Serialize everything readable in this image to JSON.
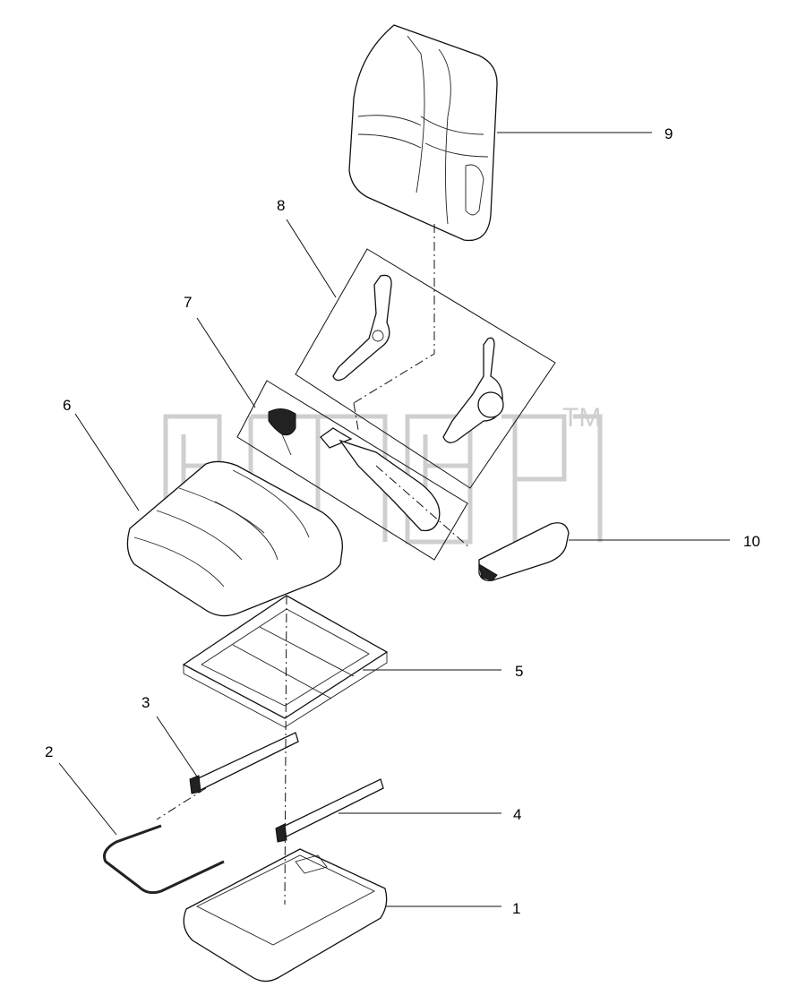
{
  "diagram": {
    "callouts": [
      {
        "id": "1",
        "label": "1"
      },
      {
        "id": "2",
        "label": "2"
      },
      {
        "id": "3",
        "label": "3"
      },
      {
        "id": "4",
        "label": "4"
      },
      {
        "id": "5",
        "label": "5"
      },
      {
        "id": "6",
        "label": "6"
      },
      {
        "id": "7",
        "label": "7"
      },
      {
        "id": "8",
        "label": "8"
      },
      {
        "id": "9",
        "label": "9"
      },
      {
        "id": "10",
        "label": "10"
      }
    ],
    "watermark": {
      "text": "amaf",
      "trademark": "TM",
      "color": "#cfcfcf"
    },
    "colors": {
      "line": "#111111",
      "background": "#ffffff"
    }
  }
}
